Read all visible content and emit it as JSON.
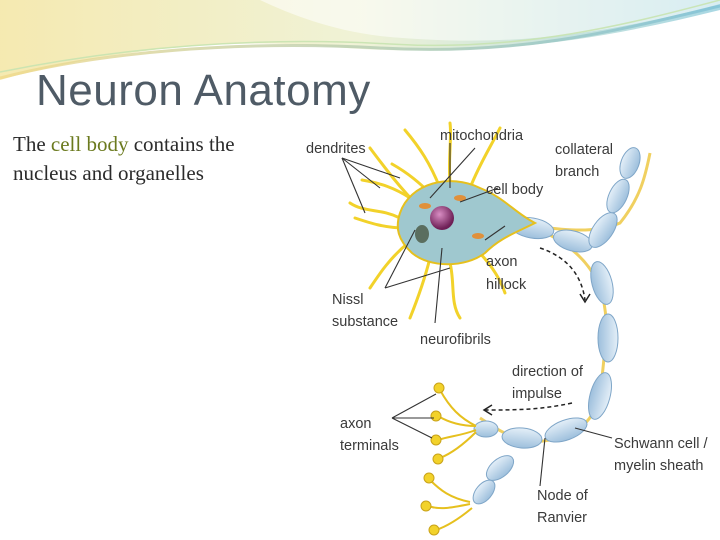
{
  "slide": {
    "title": "Neuron Anatomy",
    "text_before": "The ",
    "text_highlight": "cell body",
    "text_after": " contains the nucleus and organelles"
  },
  "diagram": {
    "labels": {
      "dendrites": "dendrites",
      "mitochondria": "mitochondria",
      "collateral_line1": "collateral",
      "collateral_line2": "branch",
      "cell_body": "cell body",
      "axon_hillock_line1": "axon",
      "axon_hillock_line2": "hillock",
      "nissl_line1": "Nissl",
      "nissl_line2": "substance",
      "neurofibrils": "neurofibrils",
      "direction_line1": "direction of",
      "direction_line2": "impulse",
      "axon_terminals_line1": "axon",
      "axon_terminals_line2": "terminals",
      "schwann_line1": "Schwann cell /",
      "schwann_line2": "myelin sheath",
      "node_line1": "Node of",
      "node_line2": "Ranvier"
    }
  },
  "colors": {
    "title": "#4f5b66",
    "highlight": "#6b7a1e",
    "dendrite": "#f2d22a",
    "cell_body": "#9fc8cf",
    "nucleus": "#8a2a6b",
    "myelin": "#b8d3ea"
  }
}
